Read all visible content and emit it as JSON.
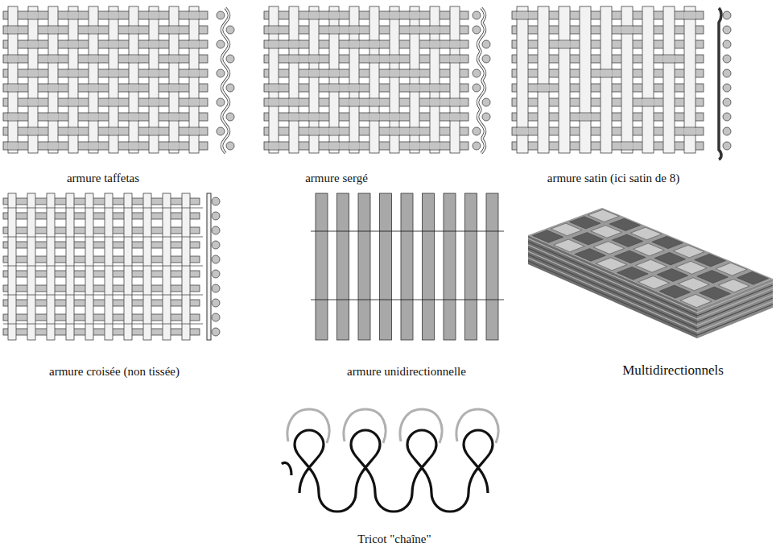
{
  "diagram": {
    "labels": [
      "armure taffetas",
      "armure sergé",
      "armure satin (ici satin de 8)",
      "armure croisée (non tissée)",
      "armure unidirectionnelle",
      "Multidirectionnels",
      "Tricot \"chaîne\""
    ]
  }
}
